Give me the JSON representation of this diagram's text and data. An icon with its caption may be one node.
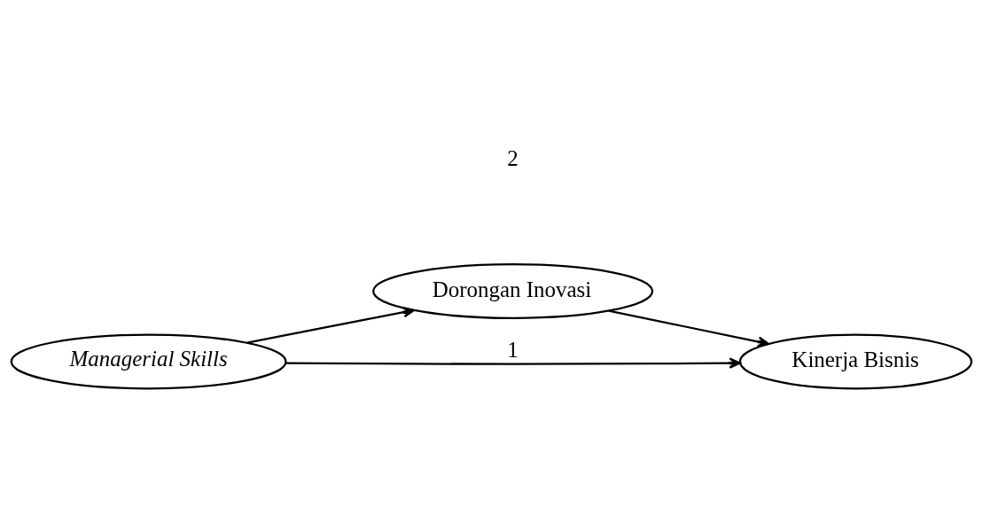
{
  "diagram": {
    "nodes": [
      {
        "text": [
          "Dorongan Inovasi"
        ]
      },
      {
        "text": [
          "Managerial Skills"
        ]
      },
      {
        "text": [
          "Kinerja Bisnis"
        ]
      }
    ],
    "edges": [
      {
        "from": 1,
        "to": 0,
        "arrow": "to"
      },
      {
        "from": 0,
        "to": 2,
        "arrow": "to"
      },
      {
        "from": 1,
        "to": 2,
        "arrow": "to",
        "label": "1"
      }
    ],
    "labels": [
      "2"
    ]
  }
}
